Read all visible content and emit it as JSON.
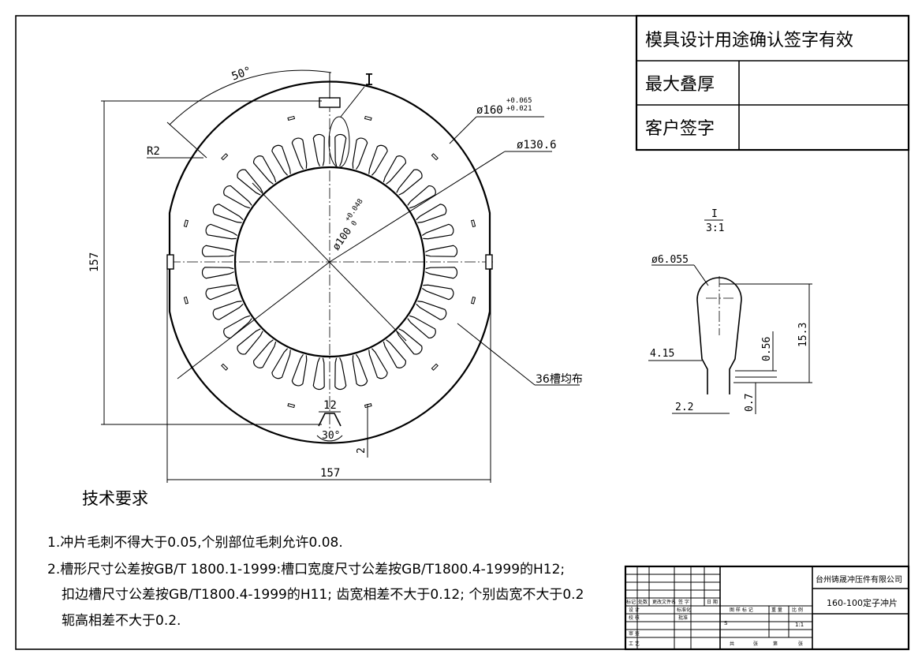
{
  "title_block": {
    "header": "模具设计用途确认签字有效",
    "max_stack_label": "最大叠厚",
    "customer_sign_label": "客户签字"
  },
  "drawing": {
    "detail_marker": "I",
    "detail_title": "I",
    "detail_scale": "3:1",
    "dims": {
      "angle_50": "50°",
      "r2": "R2",
      "od": "ø160",
      "od_tol_upper": "+0.065",
      "od_tol_lower": "+0.021",
      "d130": "ø130.6",
      "bore": "ø100",
      "bore_tol_upper": "+0.048",
      "bore_tol_lower": "0",
      "height": "157",
      "width": "157",
      "notch_width": "12",
      "notch_angle": "30°",
      "notch_depth": "2",
      "slots": "36槽均布"
    },
    "detail_dims": {
      "d6": "ø6.055",
      "d415": "4.15",
      "d22": "2.2",
      "d056": "0.56",
      "d153": "15.3",
      "d07": "0.7"
    },
    "slot_count": 36
  },
  "requirements": {
    "heading": "技术要求",
    "line1": "1.冲片毛刺不得大于0.05,个别部位毛刺允许0.08.",
    "line2": "2.槽形尺寸公差按GB/T 1800.1-1999:槽口宽度尺寸公差按GB/T1800.4-1999的H12;",
    "line3": "扣边槽尺寸公差按GB/T1800.4-1999的H11; 齿宽相差不大于0.12; 个别齿宽不大于0.2",
    "line4": "轭高相差不大于0.2."
  },
  "bottom_block": {
    "company": "台州铸晟冲压件有限公司",
    "part_name": "160-100定子冲片",
    "scale": "1:1",
    "col_mark": "标记",
    "col_count": "处数",
    "col_file": "更改文件名",
    "col_sign": "签 字",
    "col_date": "日 期",
    "row_design": "设 计",
    "row_check": "校 核",
    "row_review": "审 查",
    "row_process": "工 艺",
    "standardize": "标准化",
    "approve": "批准",
    "stage_mark": "图 样 标 记",
    "weight": "重 量",
    "ratio": "比 例",
    "stage_s": "S",
    "total": "共",
    "sheets": "张",
    "sheet_no": "第",
    "sheet_unit": "张"
  }
}
